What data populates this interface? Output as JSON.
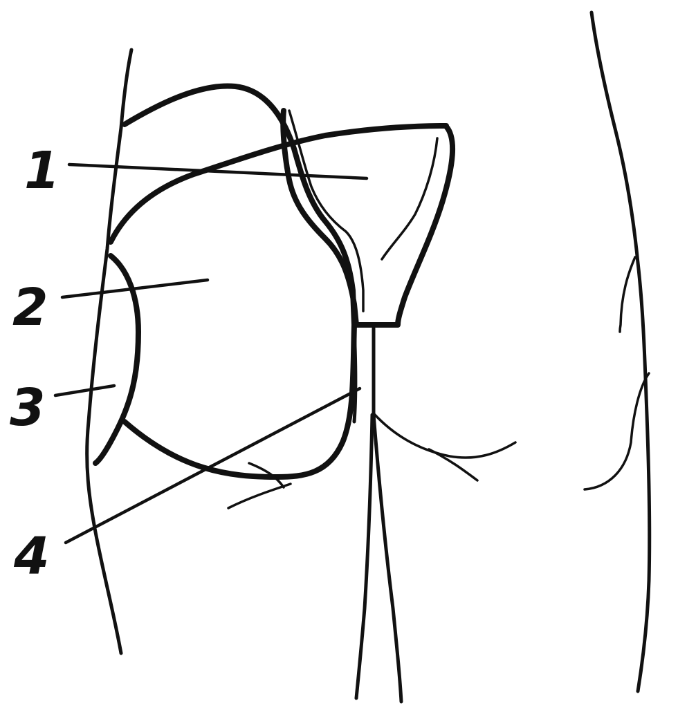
{
  "labels": {
    "l1": "1",
    "l2": "2",
    "l3": "3",
    "l4": "4"
  },
  "colors": {
    "ink": "#111111",
    "background": "#ffffff"
  }
}
